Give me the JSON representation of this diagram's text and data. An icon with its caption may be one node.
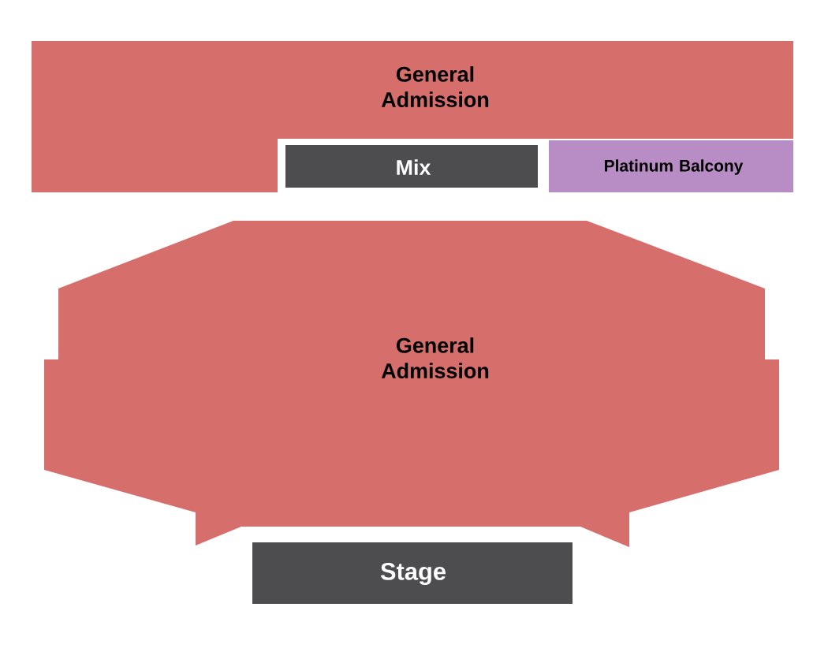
{
  "diagram": {
    "nodes": [
      {
        "text": [
          "General Admission"
        ]
      },
      {
        "text": [
          "Mix"
        ]
      },
      {
        "text": [
          "Platinum Balcony"
        ]
      },
      {
        "text": [
          "General Admission"
        ]
      },
      {
        "text": [
          "Stage"
        ]
      }
    ]
  }
}
